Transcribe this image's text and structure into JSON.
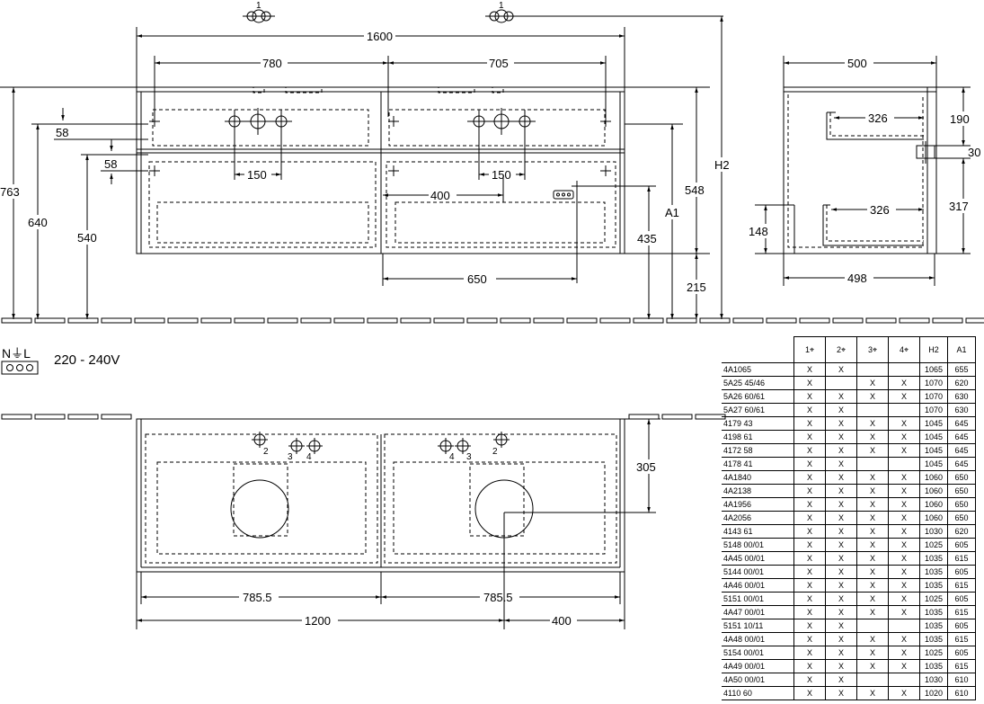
{
  "front_view": {
    "hole_marker": "1",
    "dims": {
      "overall_width": "1600",
      "left_section": "780",
      "right_section": "705",
      "height_total": "763",
      "height_640": "640",
      "height_540": "540",
      "offset_58a": "58",
      "offset_58b": "58",
      "hole_spacing_left": "150",
      "hole_spacing_right": "150",
      "socket_offset": "400",
      "height_435": "435",
      "width_650": "650",
      "height_548": "548",
      "a1_label": "A1",
      "h2_label": "H2",
      "floor_215": "215"
    }
  },
  "side_view": {
    "dims": {
      "depth_top": "500",
      "depth_bottom": "498",
      "inner_upper": "326",
      "inner_lower": "326",
      "upper_190": "190",
      "gap_30": "30",
      "lower_317": "317",
      "height_148": "148"
    }
  },
  "electrical": {
    "symbol_text": "N⏚L",
    "voltage": "220 - 240V"
  },
  "plan_view": {
    "hole_labels": [
      "2",
      "3",
      "4",
      "4",
      "3",
      "2"
    ],
    "dims": {
      "depth_305": "305",
      "left_785": "785.5",
      "right_785": "785.5",
      "span_1200": "1200",
      "span_400": "400"
    }
  },
  "spec_table": {
    "column_markers": [
      "1",
      "2",
      "3",
      "4"
    ],
    "headers": [
      "H2",
      "A1"
    ],
    "rows": [
      [
        "4A1065",
        "X",
        "X",
        "",
        "",
        "1065",
        "655"
      ],
      [
        "5A25 45/46",
        "X",
        "",
        "X",
        "X",
        "1070",
        "620"
      ],
      [
        "5A26 60/61",
        "X",
        "X",
        "X",
        "X",
        "1070",
        "630"
      ],
      [
        "5A27 60/61",
        "X",
        "X",
        "",
        "",
        "1070",
        "630"
      ],
      [
        "4179 43",
        "X",
        "X",
        "X",
        "X",
        "1045",
        "645"
      ],
      [
        "4198 61",
        "X",
        "X",
        "X",
        "X",
        "1045",
        "645"
      ],
      [
        "4172 58",
        "X",
        "X",
        "X",
        "X",
        "1045",
        "645"
      ],
      [
        "4178 41",
        "X",
        "X",
        "",
        "",
        "1045",
        "645"
      ],
      [
        "4A1840",
        "X",
        "X",
        "X",
        "X",
        "1060",
        "650"
      ],
      [
        "4A2138",
        "X",
        "X",
        "X",
        "X",
        "1060",
        "650"
      ],
      [
        "4A1956",
        "X",
        "X",
        "X",
        "X",
        "1060",
        "650"
      ],
      [
        "4A2056",
        "X",
        "X",
        "X",
        "X",
        "1060",
        "650"
      ],
      [
        "4143 61",
        "X",
        "X",
        "X",
        "X",
        "1030",
        "620"
      ],
      [
        "5148 00/01",
        "X",
        "X",
        "X",
        "X",
        "1025",
        "605"
      ],
      [
        "4A45 00/01",
        "X",
        "X",
        "X",
        "X",
        "1035",
        "615"
      ],
      [
        "5144 00/01",
        "X",
        "X",
        "X",
        "X",
        "1035",
        "605"
      ],
      [
        "4A46 00/01",
        "X",
        "X",
        "X",
        "X",
        "1035",
        "615"
      ],
      [
        "5151 00/01",
        "X",
        "X",
        "X",
        "X",
        "1025",
        "605"
      ],
      [
        "4A47 00/01",
        "X",
        "X",
        "X",
        "X",
        "1035",
        "615"
      ],
      [
        "5151 10/11",
        "X",
        "X",
        "",
        "",
        "1035",
        "605"
      ],
      [
        "4A48 00/01",
        "X",
        "X",
        "X",
        "X",
        "1035",
        "615"
      ],
      [
        "5154 00/01",
        "X",
        "X",
        "X",
        "X",
        "1025",
        "605"
      ],
      [
        "4A49 00/01",
        "X",
        "X",
        "X",
        "X",
        "1035",
        "615"
      ],
      [
        "4A50 00/01",
        "X",
        "X",
        "",
        "",
        "1030",
        "610"
      ],
      [
        "4110 60",
        "X",
        "X",
        "X",
        "X",
        "1020",
        "610"
      ]
    ]
  }
}
